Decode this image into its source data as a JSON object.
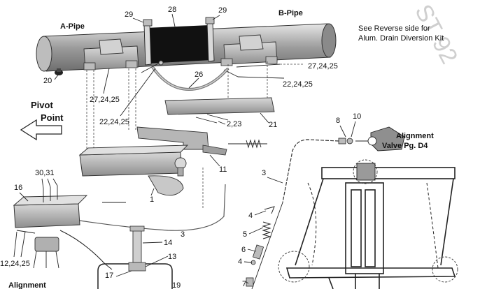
{
  "labels": {
    "a_pipe": "A-Pipe",
    "b_pipe": "B-Pipe",
    "pivot_point": "Pivot Point",
    "reverse_note_1": "See Reverse side for",
    "reverse_note_2": "Alum. Drain Diversion Kit",
    "watermark": "ST 92",
    "alignment_valve": "Alignment Valve Pg. D4",
    "alignment_cut": "Alignment"
  },
  "callouts": [
    {
      "id": "c29a",
      "text": "29"
    },
    {
      "id": "c28",
      "text": "28"
    },
    {
      "id": "c29b",
      "text": "29"
    },
    {
      "id": "c20",
      "text": "20"
    },
    {
      "id": "c27a",
      "text": "27,24,25"
    },
    {
      "id": "c22a",
      "text": "22,24,25"
    },
    {
      "id": "c26",
      "text": "26"
    },
    {
      "id": "c27b",
      "text": "27,24,25"
    },
    {
      "id": "c22b",
      "text": "22,24,25"
    },
    {
      "id": "c21",
      "text": "21"
    },
    {
      "id": "c2",
      "text": "2,23"
    },
    {
      "id": "c11",
      "text": "11"
    },
    {
      "id": "c3031",
      "text": "30,31"
    },
    {
      "id": "c16",
      "text": "16"
    },
    {
      "id": "c1",
      "text": "1"
    },
    {
      "id": "c3a",
      "text": "3"
    },
    {
      "id": "c14",
      "text": "14"
    },
    {
      "id": "c13",
      "text": "13"
    },
    {
      "id": "c17",
      "text": "17"
    },
    {
      "id": "c19",
      "text": "19"
    },
    {
      "id": "c12",
      "text": "12,24,25"
    },
    {
      "id": "c8",
      "text": "8"
    },
    {
      "id": "c10",
      "text": "10"
    },
    {
      "id": "c3b",
      "text": "3"
    },
    {
      "id": "c4a",
      "text": "4"
    },
    {
      "id": "c5",
      "text": "5"
    },
    {
      "id": "c6",
      "text": "6"
    },
    {
      "id": "c4b",
      "text": "4"
    },
    {
      "id": "c7",
      "text": "7"
    }
  ]
}
